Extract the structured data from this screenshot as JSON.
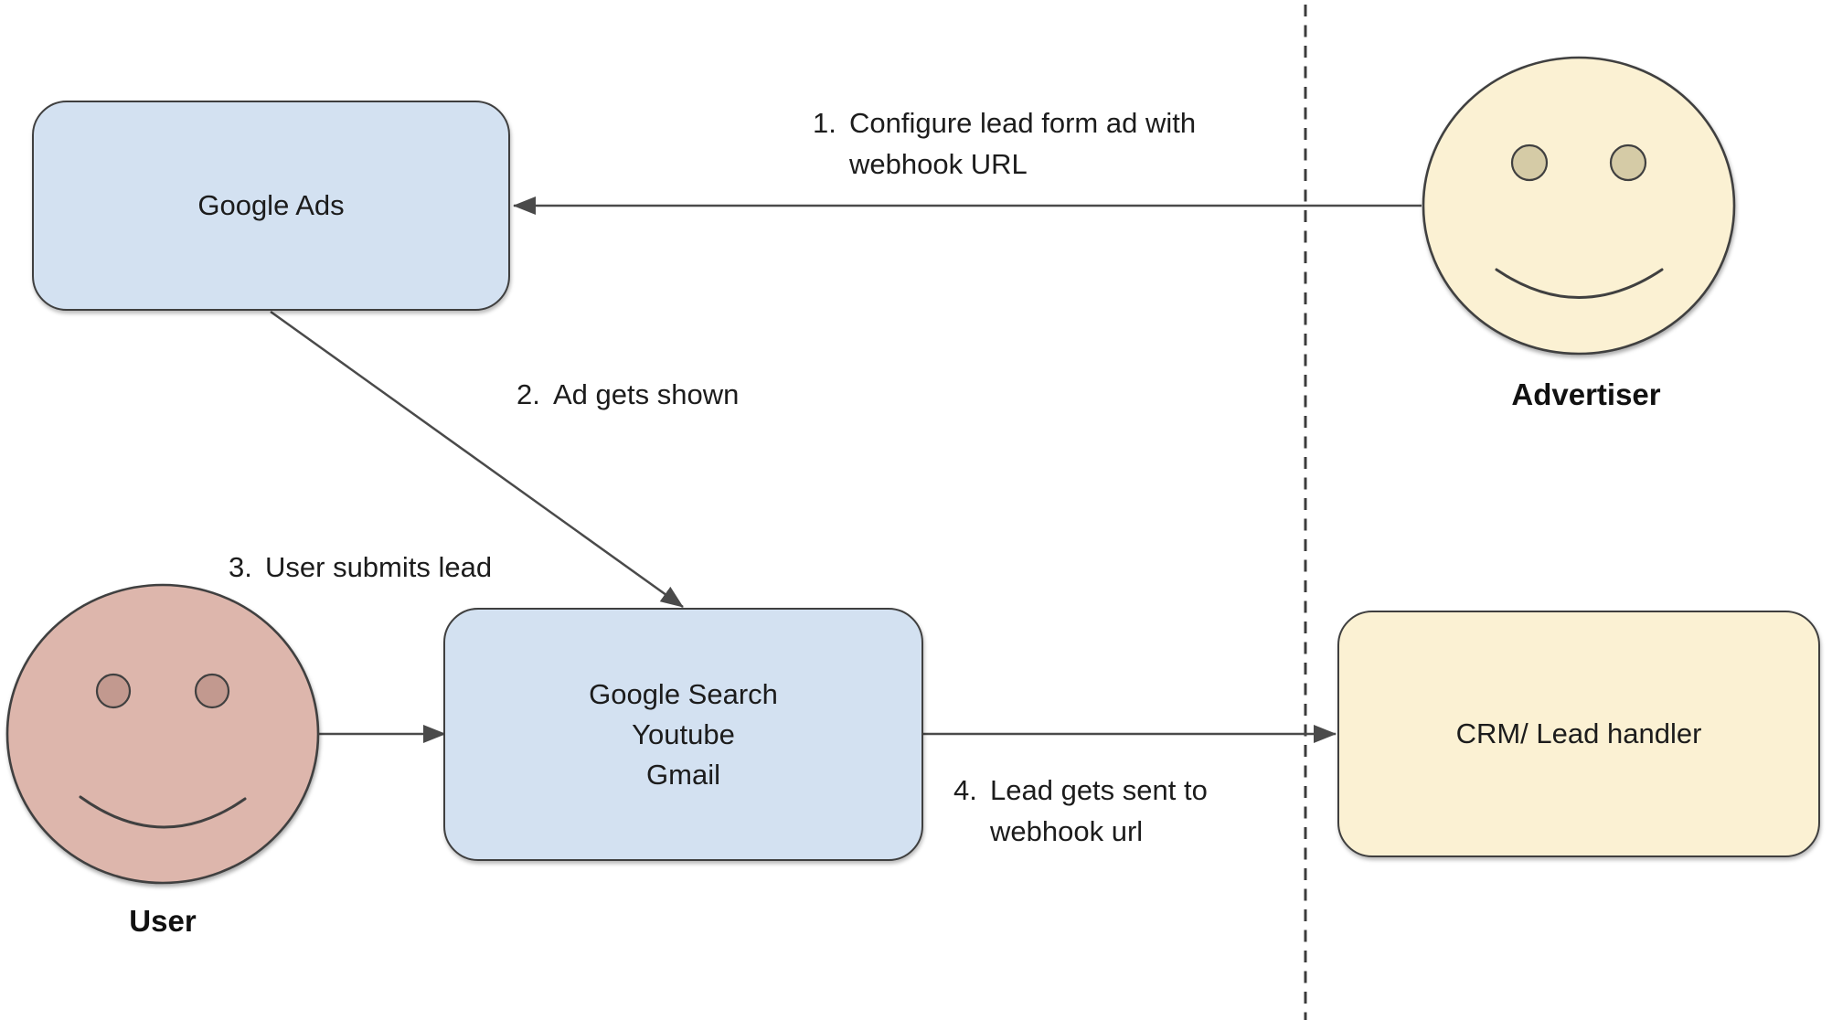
{
  "nodes": {
    "google_ads": {
      "label": "Google Ads"
    },
    "google_surfaces": {
      "line1": "Google Search",
      "line2": "Youtube",
      "line3": "Gmail"
    },
    "crm": {
      "label": "CRM/ Lead handler"
    }
  },
  "actors": {
    "advertiser": {
      "label": "Advertiser"
    },
    "user": {
      "label": "User"
    }
  },
  "steps": [
    {
      "number": "1.",
      "line1": "Configure lead form ad with",
      "line2": "webhook URL"
    },
    {
      "number": "2.",
      "line1": "Ad gets shown"
    },
    {
      "number": "3.",
      "line1": "User submits lead"
    },
    {
      "number": "4.",
      "line1": "Lead gets sent to",
      "line2": "webhook url"
    }
  ],
  "colors": {
    "node_blue_fill": "#d3e1f1",
    "node_yellow_fill": "#fbf1d3",
    "user_face_fill": "#ddb6ac",
    "user_eye_fill": "#c2998f",
    "advertiser_eye_fill": "#d5cba6",
    "outline": "#3f3f3f",
    "arrow": "#4a4a4a",
    "text": "#1c1c1c"
  }
}
